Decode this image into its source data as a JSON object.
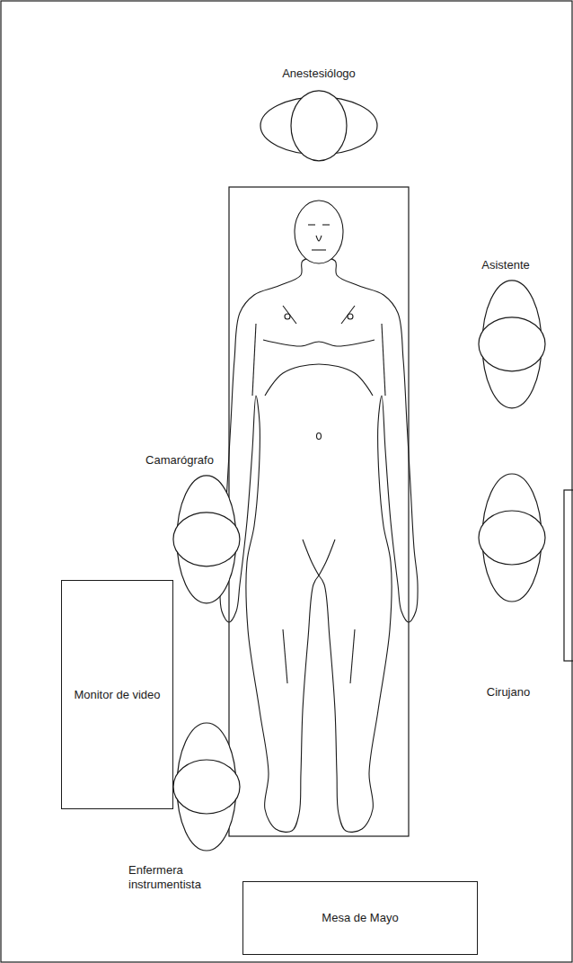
{
  "diagram": {
    "nodes": [
      {
        "text": [
          "Anestesiólogo"
        ]
      },
      {
        "text": [
          "Asistente"
        ]
      },
      {
        "text": [
          "Camarógrafo"
        ]
      },
      {
        "text": [
          "Monitor de video"
        ]
      },
      {
        "text": [
          "Cirujano"
        ]
      },
      {
        "text": [
          "Enfermera instrumentista"
        ]
      },
      {
        "text": [
          "Mesa de Mayo"
        ]
      }
    ]
  }
}
